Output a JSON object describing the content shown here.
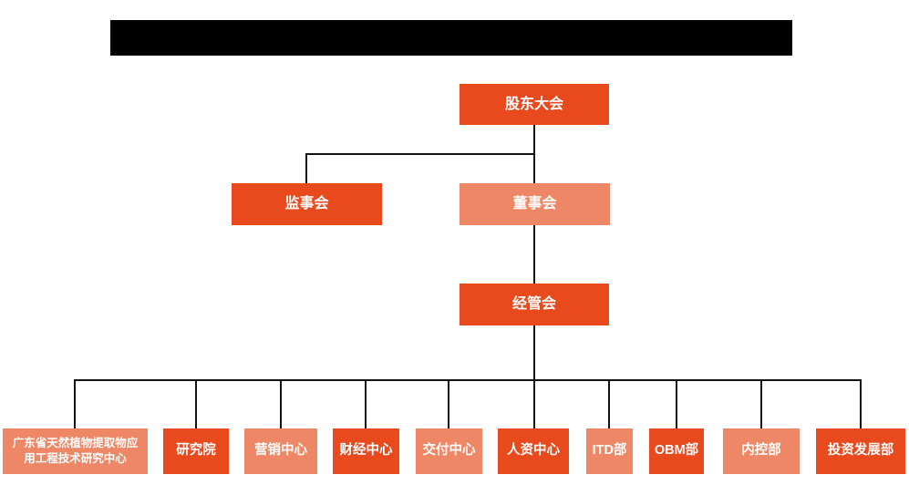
{
  "colors": {
    "node_dark": "#E8491D",
    "node_light": "#EE8765",
    "node_text": "#FFFFFF",
    "connector": "#141414",
    "redaction_bar": "#000000",
    "page_bg": "#FFFFFF"
  },
  "org_chart": {
    "type": "organization-hierarchy",
    "nodes": [
      {
        "label": "股东大会",
        "variant": "dark",
        "level": 1,
        "reports_to": null
      },
      {
        "label": "监事会",
        "variant": "dark",
        "level": 2,
        "reports_to": "股东大会"
      },
      {
        "label": "董事会",
        "variant": "light",
        "level": 2,
        "reports_to": "股东大会"
      },
      {
        "label": "经管会",
        "variant": "dark",
        "level": 3,
        "reports_to": "董事会"
      },
      {
        "label": "广东省天然植物提取物应用工程技术研究中心",
        "variant": "light",
        "level": 4,
        "reports_to": "经管会"
      },
      {
        "label": "研究院",
        "variant": "dark",
        "level": 4,
        "reports_to": "经管会"
      },
      {
        "label": "营销中心",
        "variant": "light",
        "level": 4,
        "reports_to": "经管会"
      },
      {
        "label": "财经中心",
        "variant": "dark",
        "level": 4,
        "reports_to": "经管会"
      },
      {
        "label": "交付中心",
        "variant": "light",
        "level": 4,
        "reports_to": "经管会"
      },
      {
        "label": "人资中心",
        "variant": "dark",
        "level": 4,
        "reports_to": "经管会"
      },
      {
        "label": "ITD部",
        "variant": "light",
        "level": 4,
        "reports_to": "经管会"
      },
      {
        "label": "OBM部",
        "variant": "dark",
        "level": 4,
        "reports_to": "经管会"
      },
      {
        "label": "内控部",
        "variant": "light",
        "level": 4,
        "reports_to": "经管会"
      },
      {
        "label": "投资发展部",
        "variant": "dark",
        "level": 4,
        "reports_to": "经管会"
      }
    ]
  }
}
